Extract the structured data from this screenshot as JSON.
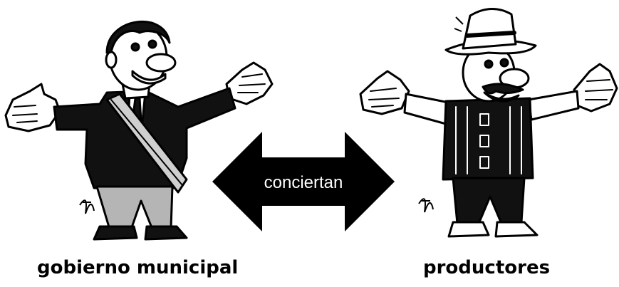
{
  "arrow": {
    "label": "conciertan"
  },
  "captions": {
    "left": "gobierno municipal",
    "right": "productores"
  },
  "colors": {
    "ink": "#000000",
    "paper": "#ffffff",
    "pants": "#b5b5b5",
    "sash": "#cfcfcf"
  }
}
